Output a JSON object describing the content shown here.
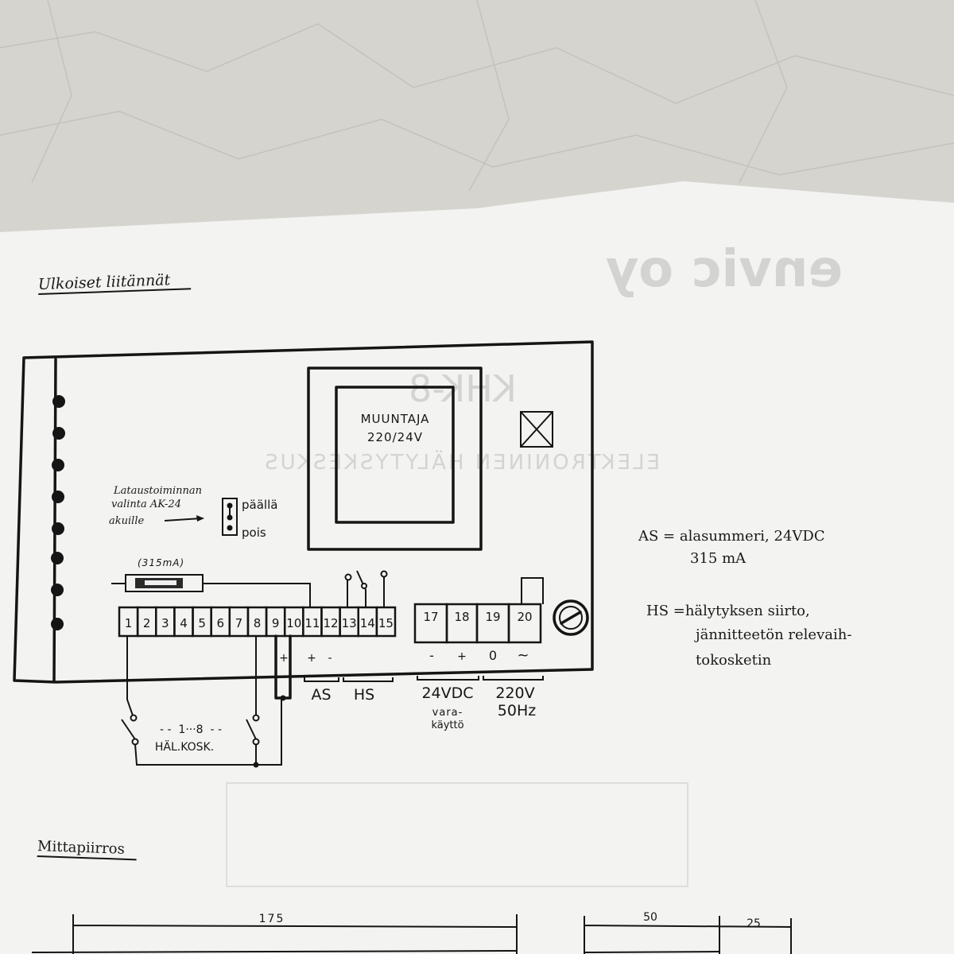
{
  "heading": "Ulkoiset liitännät",
  "section2_heading": "Mittapiirros",
  "logo_showthrough": "envic oy",
  "model_showthrough": "KHK-8",
  "subtitle_showthrough": "ELEKTRONINEN HÄLYTYSKESKUS",
  "transformer": {
    "line1": "MUUNTAJA",
    "line2": "220/24V"
  },
  "charging": {
    "line1": "Lataustoiminnan",
    "line2": "valinta AK-24",
    "line3": "akuille",
    "on": "päällä",
    "off": "pois"
  },
  "fuse_label": "(315mA)",
  "terminals_a": [
    "1",
    "2",
    "3",
    "4",
    "5",
    "6",
    "7",
    "8",
    "9",
    "10",
    "11",
    "12",
    "13",
    "14",
    "15"
  ],
  "terminals_b": [
    "17",
    "18",
    "19",
    "20"
  ],
  "polarity": {
    "t9_10": "+",
    "as_plus": "+",
    "as_minus": "-",
    "t17": "-",
    "t18": "+",
    "t19": "0",
    "t20": "~"
  },
  "groups": {
    "as": "AS",
    "hs": "HS",
    "dc": "24VDC",
    "dc_sub1": "vara-",
    "dc_sub2": "käyttö",
    "ac": "220V",
    "ac_sub": "50Hz"
  },
  "switches": {
    "range": "- -  1···8  - -",
    "label": "HÄL.KOSK."
  },
  "legend": {
    "as_line1": "AS = alasummeri, 24VDC",
    "as_line2": "315 mA",
    "hs_line1": "HS =hälytyksen siirto,",
    "hs_line2": "jännitteetön relevaih-",
    "hs_line3": "tokosketin"
  },
  "dimensions": {
    "width": "175",
    "depth_a": "50",
    "depth_b": "25"
  }
}
